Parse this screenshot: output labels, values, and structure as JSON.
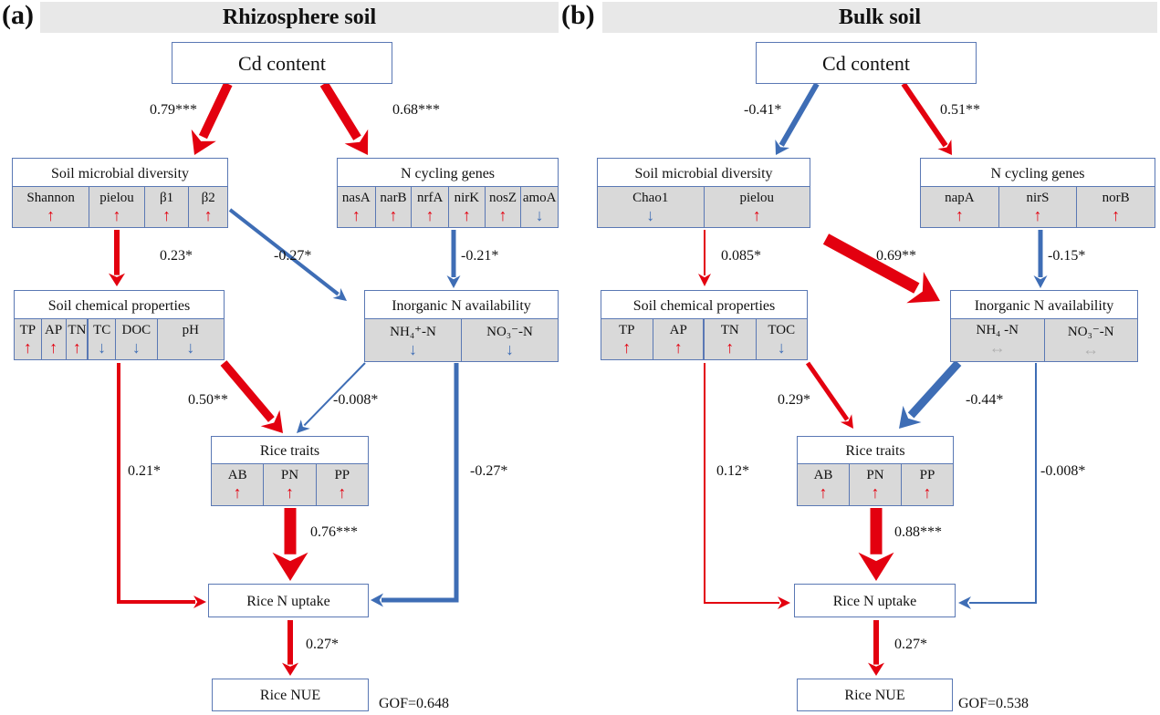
{
  "colors": {
    "positive": "#e3000f",
    "negative": "#3e6db5",
    "neutral": "#b0b0b0",
    "title_bar": "#e8e8e8",
    "cell_bg": "#d9d9d9"
  },
  "panels": [
    {
      "letter": "(a)",
      "title": "Rhizosphere soil",
      "nodes": {
        "cd": {
          "title": "Cd content"
        },
        "diversity": {
          "title": "Soil microbial diversity",
          "cells": [
            {
              "label": "Shannon",
              "trend": "up"
            },
            {
              "label": "pielou",
              "trend": "up"
            },
            {
              "label": "β1",
              "trend": "up"
            },
            {
              "label": "β2",
              "trend": "up"
            }
          ]
        },
        "genes": {
          "title": "N cycling genes",
          "cells": [
            {
              "label": "nasA",
              "trend": "up"
            },
            {
              "label": "narB",
              "trend": "up"
            },
            {
              "label": "nrfA",
              "trend": "up"
            },
            {
              "label": "nirK",
              "trend": "up"
            },
            {
              "label": "nosZ",
              "trend": "up"
            },
            {
              "label": "amoA",
              "trend": "down"
            }
          ]
        },
        "chem": {
          "title": "Soil chemical properties",
          "cells": [
            {
              "label": "TP",
              "trend": "up"
            },
            {
              "label": "AP",
              "trend": "up"
            },
            {
              "label": "TN",
              "trend": "up"
            },
            {
              "label": "TC",
              "trend": "down"
            },
            {
              "label": "DOC",
              "trend": "down"
            },
            {
              "label": "pH",
              "trend": "down"
            }
          ]
        },
        "inorg": {
          "title": "Inorganic N availability",
          "cells": [
            {
              "label": "NH₄⁺-N",
              "trend": "down"
            },
            {
              "label": "NO₃⁻-N",
              "trend": "down"
            }
          ]
        },
        "traits": {
          "title": "Rice traits",
          "cells": [
            {
              "label": "AB",
              "trend": "up"
            },
            {
              "label": "PN",
              "trend": "up"
            },
            {
              "label": "PP",
              "trend": "up"
            }
          ]
        },
        "uptake": {
          "title": "Rice N uptake"
        },
        "nue": {
          "title": "Rice NUE"
        }
      },
      "paths": [
        {
          "from": "Cd content",
          "to": "Soil microbial diversity",
          "coef": "0.79***",
          "sign": "positive"
        },
        {
          "from": "Cd content",
          "to": "N cycling genes",
          "coef": "0.68***",
          "sign": "positive"
        },
        {
          "from": "Soil microbial diversity",
          "to": "Soil chemical properties",
          "coef": "0.23*",
          "sign": "positive"
        },
        {
          "from": "Soil microbial diversity",
          "to": "Inorganic N availability",
          "coef": "-0.27*",
          "sign": "negative"
        },
        {
          "from": "N cycling genes",
          "to": "Inorganic N availability",
          "coef": "-0.21*",
          "sign": "negative"
        },
        {
          "from": "Soil chemical properties",
          "to": "Rice traits",
          "coef": "0.50**",
          "sign": "positive"
        },
        {
          "from": "Inorganic N availability",
          "to": "Rice traits",
          "coef": "-0.008*",
          "sign": "negative"
        },
        {
          "from": "Soil chemical properties",
          "to": "Rice N uptake",
          "coef": "0.21*",
          "sign": "positive"
        },
        {
          "from": "Inorganic N availability",
          "to": "Rice N uptake",
          "coef": "-0.27*",
          "sign": "negative"
        },
        {
          "from": "Rice traits",
          "to": "Rice N uptake",
          "coef": "0.76***",
          "sign": "positive"
        },
        {
          "from": "Rice N uptake",
          "to": "Rice NUE",
          "coef": "0.27*",
          "sign": "positive"
        }
      ],
      "gof": "GOF=0.648"
    },
    {
      "letter": "(b)",
      "title": "Bulk soil",
      "nodes": {
        "cd": {
          "title": "Cd content"
        },
        "diversity": {
          "title": "Soil microbial diversity",
          "cells": [
            {
              "label": "Chao1",
              "trend": "down"
            },
            {
              "label": "pielou",
              "trend": "up"
            }
          ]
        },
        "genes": {
          "title": "N cycling genes",
          "cells": [
            {
              "label": "napA",
              "trend": "up"
            },
            {
              "label": "nirS",
              "trend": "up"
            },
            {
              "label": "norB",
              "trend": "up"
            }
          ]
        },
        "chem": {
          "title": "Soil chemical properties",
          "cells": [
            {
              "label": "TP",
              "trend": "up"
            },
            {
              "label": "AP",
              "trend": "up"
            },
            {
              "label": "TN",
              "trend": "up"
            },
            {
              "label": "TOC",
              "trend": "down"
            }
          ]
        },
        "inorg": {
          "title": "Inorganic N availability",
          "cells": [
            {
              "label": "NH₄ -N",
              "trend": "none"
            },
            {
              "label": "NO₃⁻-N",
              "trend": "none"
            }
          ]
        },
        "traits": {
          "title": "Rice traits",
          "cells": [
            {
              "label": "AB",
              "trend": "up"
            },
            {
              "label": "PN",
              "trend": "up"
            },
            {
              "label": "PP",
              "trend": "up"
            }
          ]
        },
        "uptake": {
          "title": "Rice N uptake"
        },
        "nue": {
          "title": "Rice NUE"
        }
      },
      "paths": [
        {
          "from": "Cd content",
          "to": "Soil microbial diversity",
          "coef": "-0.41*",
          "sign": "negative"
        },
        {
          "from": "Cd content",
          "to": "N cycling genes",
          "coef": "0.51**",
          "sign": "positive"
        },
        {
          "from": "Soil microbial diversity",
          "to": "Soil chemical properties",
          "coef": "0.085*",
          "sign": "positive"
        },
        {
          "from": "Soil microbial diversity",
          "to": "Inorganic N availability",
          "coef": "0.69**",
          "sign": "positive"
        },
        {
          "from": "N cycling genes",
          "to": "Inorganic N availability",
          "coef": "-0.15*",
          "sign": "negative"
        },
        {
          "from": "Soil chemical properties",
          "to": "Rice traits",
          "coef": "0.29*",
          "sign": "positive"
        },
        {
          "from": "Inorganic N availability",
          "to": "Rice traits",
          "coef": "-0.44*",
          "sign": "negative"
        },
        {
          "from": "Soil chemical properties",
          "to": "Rice N uptake",
          "coef": "0.12*",
          "sign": "positive"
        },
        {
          "from": "Inorganic N availability",
          "to": "Rice N uptake",
          "coef": "-0.008*",
          "sign": "negative"
        },
        {
          "from": "Rice traits",
          "to": "Rice N uptake",
          "coef": "0.88***",
          "sign": "positive"
        },
        {
          "from": "Rice N uptake",
          "to": "Rice NUE",
          "coef": "0.27*",
          "sign": "positive"
        }
      ],
      "gof": "GOF=0.538"
    }
  ]
}
